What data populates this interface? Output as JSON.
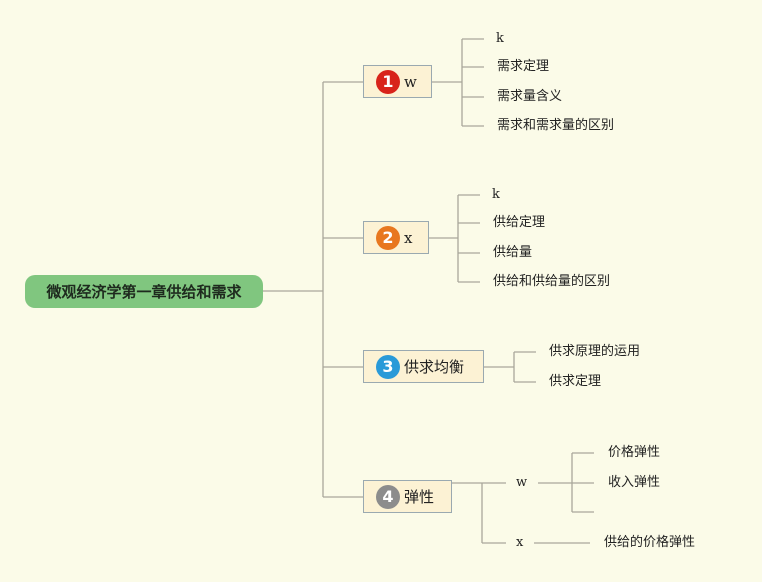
{
  "root": {
    "label": "微观经济学第一章供给和需求"
  },
  "branches": [
    {
      "number": "1",
      "badge_color": "#d8231a",
      "label": "w",
      "children": [
        "k",
        "需求定理",
        "需求量含义",
        "需求和需求量的区别"
      ]
    },
    {
      "number": "2",
      "badge_color": "#e8771f",
      "label": "x",
      "children": [
        "k",
        "供给定理",
        "供给量",
        "供给和供给量的区别"
      ]
    },
    {
      "number": "3",
      "badge_color": "#2a9ad8",
      "label": "供求均衡",
      "children": [
        "供求原理的运用",
        "供求定理"
      ]
    },
    {
      "number": "4",
      "badge_color": "#8c8c8c",
      "label": "弹性",
      "sub": [
        {
          "label": "w",
          "children": [
            "价格弹性",
            "收入弹性",
            ""
          ]
        },
        {
          "label": "x",
          "children": [
            "供给的价格弹性"
          ]
        }
      ]
    }
  ]
}
